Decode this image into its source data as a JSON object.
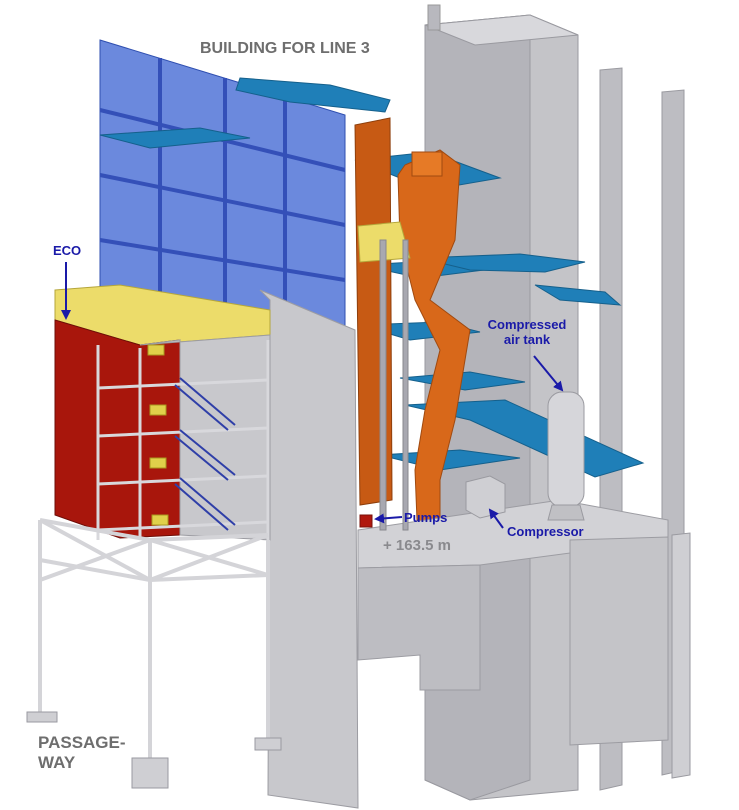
{
  "title": "BUILDING FOR LINE 3",
  "labels": {
    "eco": "ECO",
    "compressed_air_tank_line1": "Compressed",
    "compressed_air_tank_line2": "air tank",
    "pumps": "Pumps",
    "compressor": "Compressor",
    "elevation": "+ 163.5 m",
    "passageway_line1": "PASSAGE-",
    "passageway_line2": "WAY"
  },
  "colors": {
    "label_text": "#1a1aa8",
    "title_text": "#6e6e6e",
    "structure_grey": "#c8c8cc",
    "glass_blue": "#4a6fd6",
    "platform_blue": "#1f7fb8",
    "duct_orange": "#d8681a",
    "eco_red": "#a8160c",
    "eco_yellow": "#ecdc6a",
    "arrow": "#1a1aa8"
  }
}
